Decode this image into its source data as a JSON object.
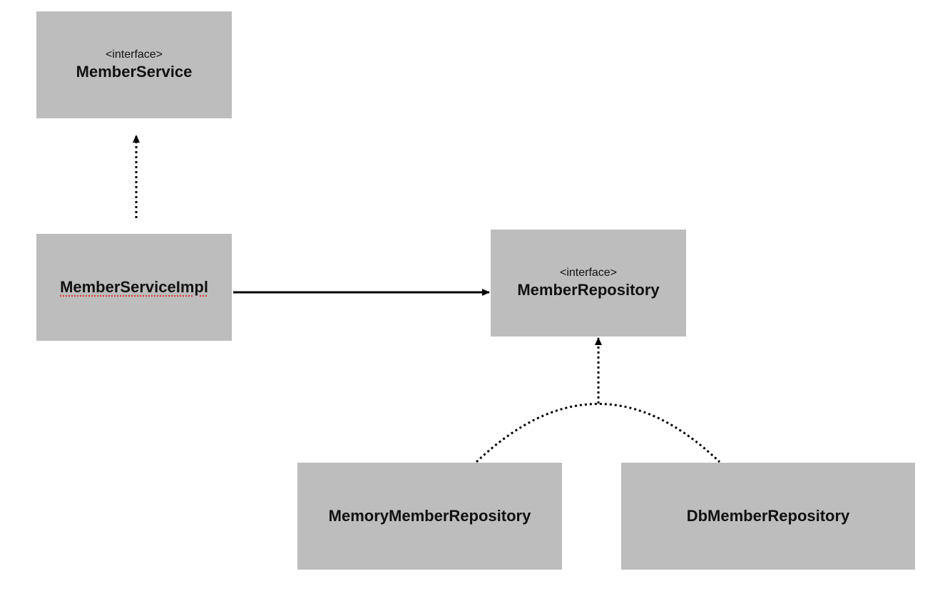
{
  "nodes": {
    "member_service": {
      "stereotype": "<interface>",
      "name": "MemberService"
    },
    "member_service_impl": {
      "name": "MemberServiceImpl"
    },
    "member_repository": {
      "stereotype": "<interface>",
      "name": "MemberRepository"
    },
    "memory_member_repository": {
      "name": "MemoryMemberRepository"
    },
    "db_member_repository": {
      "name": "DbMemberRepository"
    }
  },
  "edges": [
    {
      "from": "MemberServiceImpl",
      "to": "MemberService",
      "kind": "implements",
      "style": "dotted"
    },
    {
      "from": "MemberServiceImpl",
      "to": "MemberRepository",
      "kind": "association",
      "style": "solid"
    },
    {
      "from": "MemoryMemberRepository",
      "to": "MemberRepository",
      "kind": "implements",
      "style": "dotted"
    },
    {
      "from": "DbMemberRepository",
      "to": "MemberRepository",
      "kind": "implements",
      "style": "dotted"
    }
  ],
  "colors": {
    "box_fill": "#bdbdbd",
    "line": "#000000",
    "background": "#ffffff"
  }
}
